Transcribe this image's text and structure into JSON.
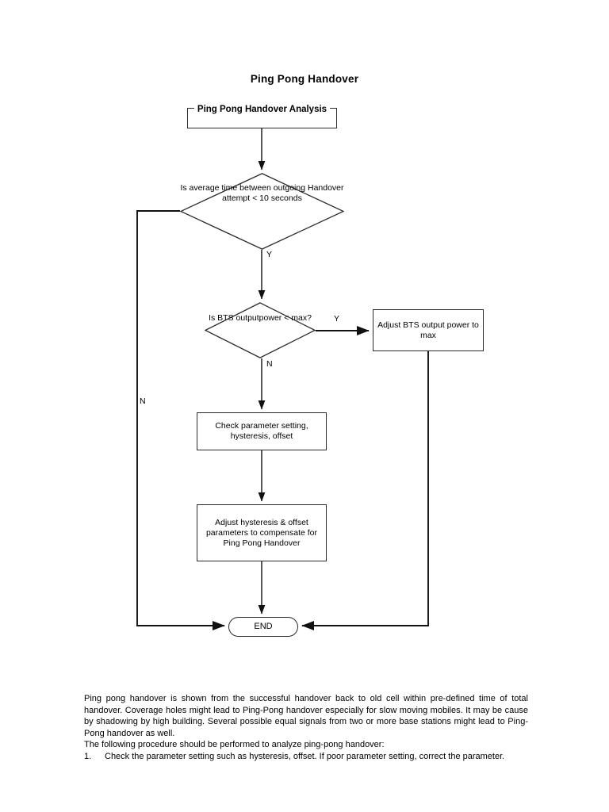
{
  "document": {
    "title": "Ping Pong Handover"
  },
  "flowchart": {
    "nodes": {
      "start": {
        "label": "Ping Pong Handover Analysis",
        "shape": "process-terminator"
      },
      "decision_time": {
        "label": "Is average time between outgoing Handover attempt < 10 seconds",
        "shape": "decision"
      },
      "decision_power": {
        "label": "Is BTS outputpower < max?",
        "shape": "decision"
      },
      "adjust_bts": {
        "label": "Adjust BTS output power to max",
        "shape": "process"
      },
      "check_param": {
        "label": "Check parameter setting, hysteresis, offset",
        "shape": "process"
      },
      "adjust_hysteresis": {
        "label": "Adjust hysteresis & offset parameters to compensate for Ping Pong Handover",
        "shape": "process"
      },
      "end": {
        "label": "END",
        "shape": "terminator"
      }
    },
    "branch_labels": {
      "time_yes": "Y",
      "time_no": "N",
      "power_yes": "Y",
      "power_no": "N"
    },
    "colors": {
      "stroke": "#2b2b2b",
      "fill": "#ffffff",
      "text": "#000000"
    }
  },
  "prose": {
    "paragraph_1": "Ping pong handover is shown from the successful handover back to old cell within pre-defined time of total handover. Coverage holes might lead to Ping-Pong handover especially for slow moving mobiles. It may be cause by shadowing by high building. Several possible equal signals from two or more base stations might lead to Ping-Pong handover as well.",
    "paragraph_2": "The following procedure should be performed to analyze ping-pong handover:",
    "list": [
      {
        "number": "1.",
        "text": "Check the parameter setting such as hysteresis, offset. If poor parameter setting, correct the parameter."
      }
    ]
  }
}
